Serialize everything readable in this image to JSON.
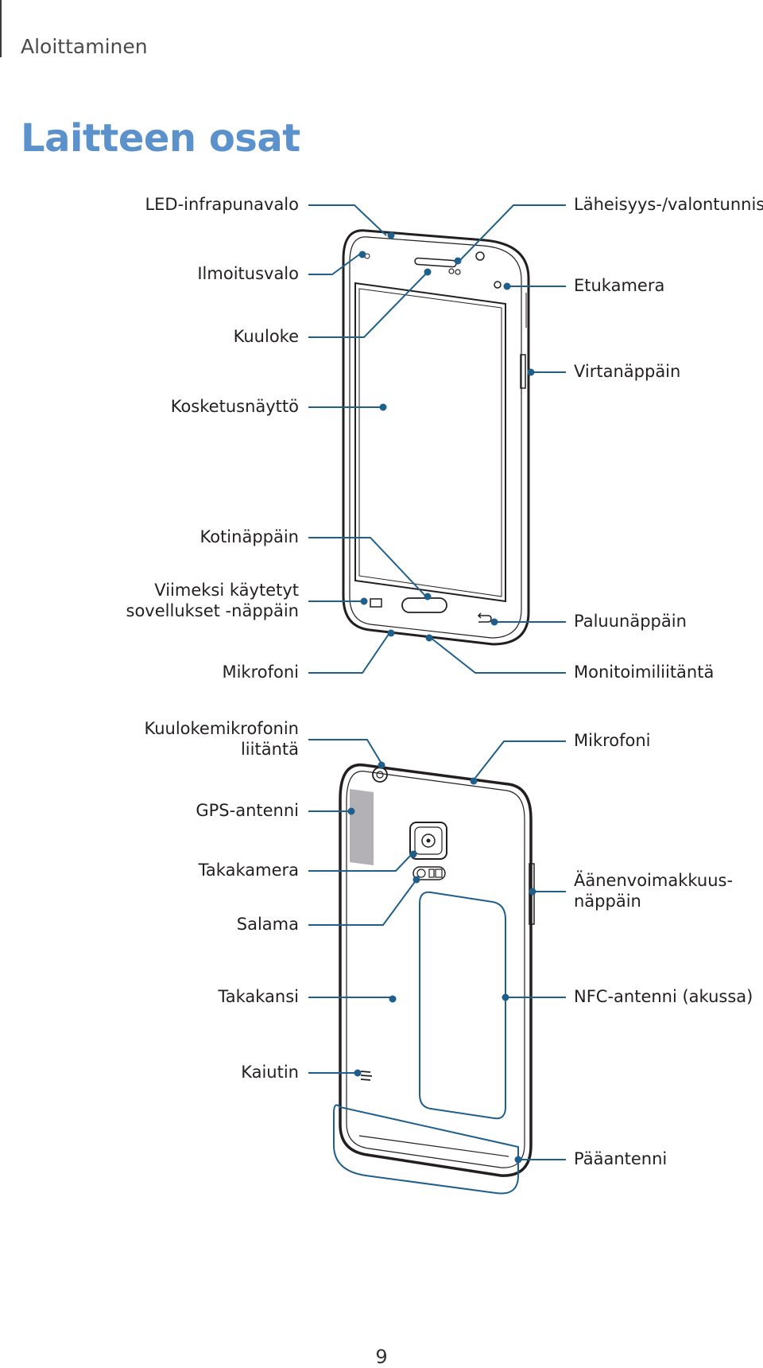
{
  "header": {
    "section": "Aloittaminen"
  },
  "title": "Laitteen osat",
  "front": {
    "labels_left": [
      {
        "key": "led",
        "lines": [
          "LED-infrapunavalo"
        ]
      },
      {
        "key": "notify",
        "lines": [
          "Ilmoitusvalo"
        ]
      },
      {
        "key": "earpiece",
        "lines": [
          "Kuuloke"
        ]
      },
      {
        "key": "touchscreen",
        "lines": [
          "Kosketusnäyttö"
        ]
      },
      {
        "key": "home",
        "lines": [
          "Kotinäppäin"
        ]
      },
      {
        "key": "recent",
        "lines": [
          "Viimeksi käytetyt",
          "sovellukset -näppäin"
        ]
      },
      {
        "key": "mic",
        "lines": [
          "Mikrofoni"
        ]
      }
    ],
    "labels_right": [
      {
        "key": "proximity",
        "lines": [
          "Läheisyys-/valontunnistin"
        ]
      },
      {
        "key": "front_camera",
        "lines": [
          "Etukamera"
        ]
      },
      {
        "key": "power",
        "lines": [
          "Virtanäppäin"
        ]
      },
      {
        "key": "back_key",
        "lines": [
          "Paluunäppäin"
        ]
      },
      {
        "key": "mhl",
        "lines": [
          "Monitoimiliitäntä"
        ]
      }
    ]
  },
  "back": {
    "labels_left": [
      {
        "key": "headset",
        "lines": [
          "Kuulokemikrofonin",
          "liitäntä"
        ]
      },
      {
        "key": "gps",
        "lines": [
          "GPS-antenni"
        ]
      },
      {
        "key": "rear_camera",
        "lines": [
          "Takakamera"
        ]
      },
      {
        "key": "flash",
        "lines": [
          "Salama"
        ]
      },
      {
        "key": "cover",
        "lines": [
          "Takakansi"
        ]
      },
      {
        "key": "speaker",
        "lines": [
          "Kaiutin"
        ]
      }
    ],
    "labels_right": [
      {
        "key": "mic2",
        "lines": [
          "Mikrofoni"
        ]
      },
      {
        "key": "volume",
        "lines": [
          "Äänenvoimakkuus-",
          "näppäin"
        ]
      },
      {
        "key": "nfc",
        "lines": [
          "NFC-antenni (akussa)"
        ]
      },
      {
        "key": "main_antenna",
        "lines": [
          "Pääantenni"
        ]
      }
    ]
  },
  "page_number": "9",
  "colors": {
    "title": "#5b92cc",
    "callout": "#1f5f8b",
    "dot": "#1f5f8b",
    "gps_panel": "#b3b1b5"
  }
}
